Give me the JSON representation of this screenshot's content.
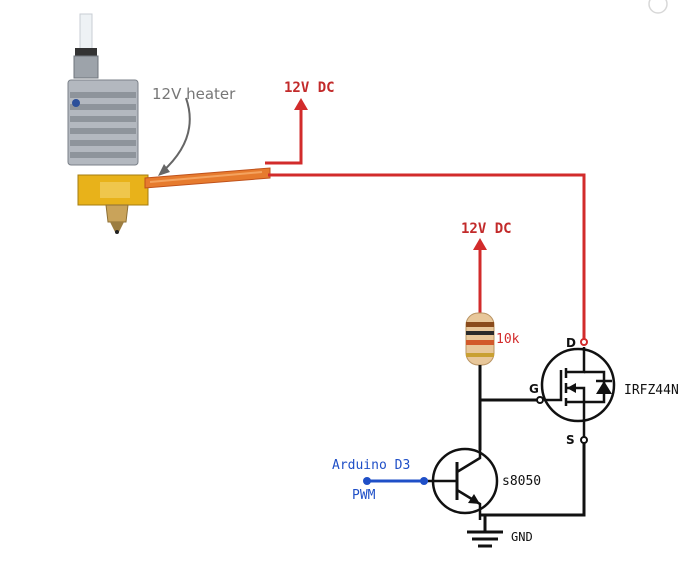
{
  "labels": {
    "heater": "12V heater",
    "supply_top": "12V DC",
    "supply_mid": "12V DC",
    "resistor": "10k",
    "mosfet": "IRFZ44N",
    "transistor": "s8050",
    "arduino_pin": "Arduino D3",
    "pwm": "PWM",
    "ground": "GND",
    "pin_d": "D",
    "pin_g": "G",
    "pin_s": "S"
  },
  "colors": {
    "supply_wire": "#d22b2b",
    "signal_wire": "#1f4fc7",
    "ground_wire": "#111111",
    "heater_block": "#e8b21a",
    "heatsink": "#a9aeb5",
    "resistor_body": "#e8c79a"
  }
}
